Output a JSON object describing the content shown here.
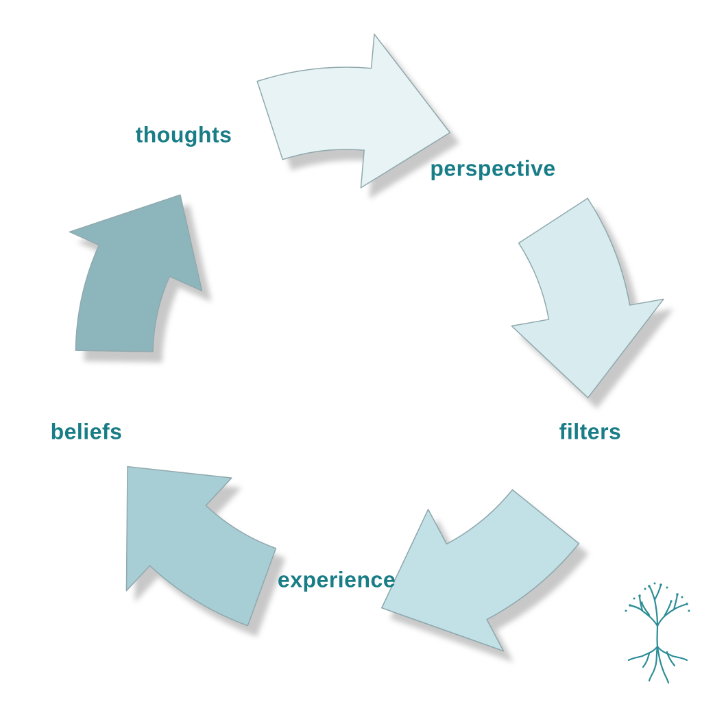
{
  "diagram": {
    "type": "cycle",
    "direction": "clockwise",
    "nodes": [
      {
        "label": "thoughts"
      },
      {
        "label": "perspective"
      },
      {
        "label": "filters"
      },
      {
        "label": "experience"
      },
      {
        "label": "beliefs"
      }
    ],
    "arrows": [
      {
        "name": "thoughts-to-perspective",
        "color": "#e8f3f5"
      },
      {
        "name": "perspective-to-filters",
        "color": "#d8ecef"
      },
      {
        "name": "filters-to-experience",
        "color": "#c2e1e6"
      },
      {
        "name": "experience-to-beliefs",
        "color": "#a7ced4"
      },
      {
        "name": "beliefs-to-thoughts",
        "color": "#8db5bc"
      }
    ],
    "label_color": "#187d86",
    "arrow_outline_color": "#8fa8ad",
    "shadow_color": "#bdbdbd"
  },
  "logo": {
    "name": "tree-with-roots",
    "color": "#2b8d95"
  }
}
